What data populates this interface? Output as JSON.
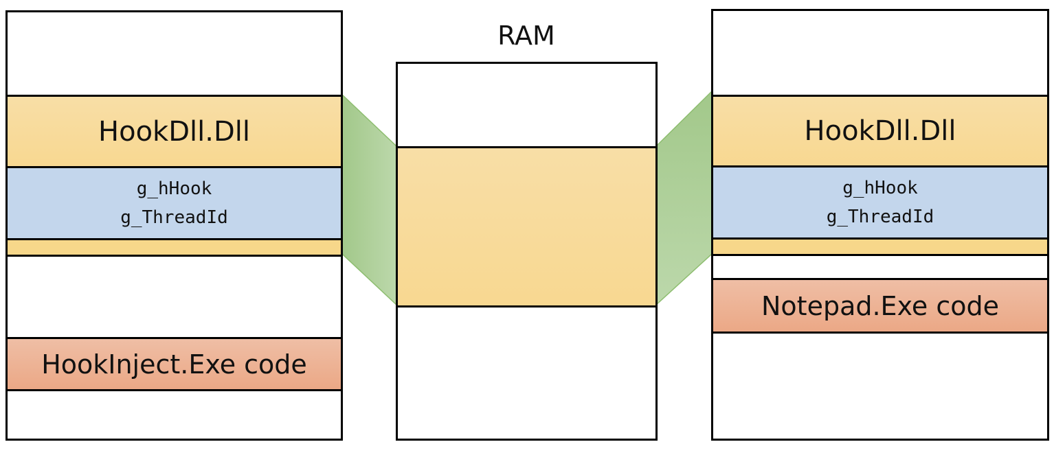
{
  "diagram": {
    "title": "RAM",
    "left_process": {
      "dll_label": "HookDll.Dll",
      "variables": [
        "g_hHook",
        "g_ThreadId"
      ],
      "code_label": "HookInject.Exe code"
    },
    "shared_memory": {
      "label": ""
    },
    "right_process": {
      "dll_label": "HookDll.Dll",
      "variables": [
        "g_hHook",
        "g_ThreadId"
      ],
      "code_label": "Notepad.Exe code"
    },
    "colors": {
      "dll": "#f8dca0",
      "variables": "#c3d6ec",
      "code": "#eda98a",
      "mapping": "#a9cd8f",
      "border": "#000000"
    }
  }
}
